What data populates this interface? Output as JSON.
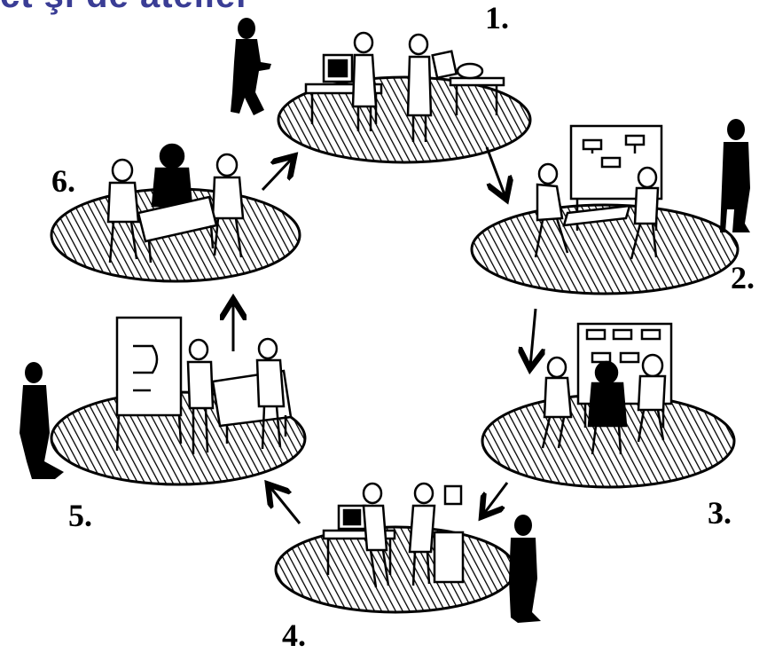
{
  "header": {
    "title_fragment": "ct şi de atelier",
    "title_color": "#3a3d95"
  },
  "steps": [
    {
      "id": 1,
      "label": "1."
    },
    {
      "id": 2,
      "label": "2."
    },
    {
      "id": 3,
      "label": "3."
    },
    {
      "id": 4,
      "label": "4."
    },
    {
      "id": 5,
      "label": "5."
    },
    {
      "id": 6,
      "label": "6."
    }
  ],
  "flow": [
    "1",
    "2",
    "3",
    "4",
    "5",
    "6",
    "1"
  ],
  "colors": {
    "ink": "#000000",
    "paper": "#ffffff",
    "hatch": "#000000"
  }
}
